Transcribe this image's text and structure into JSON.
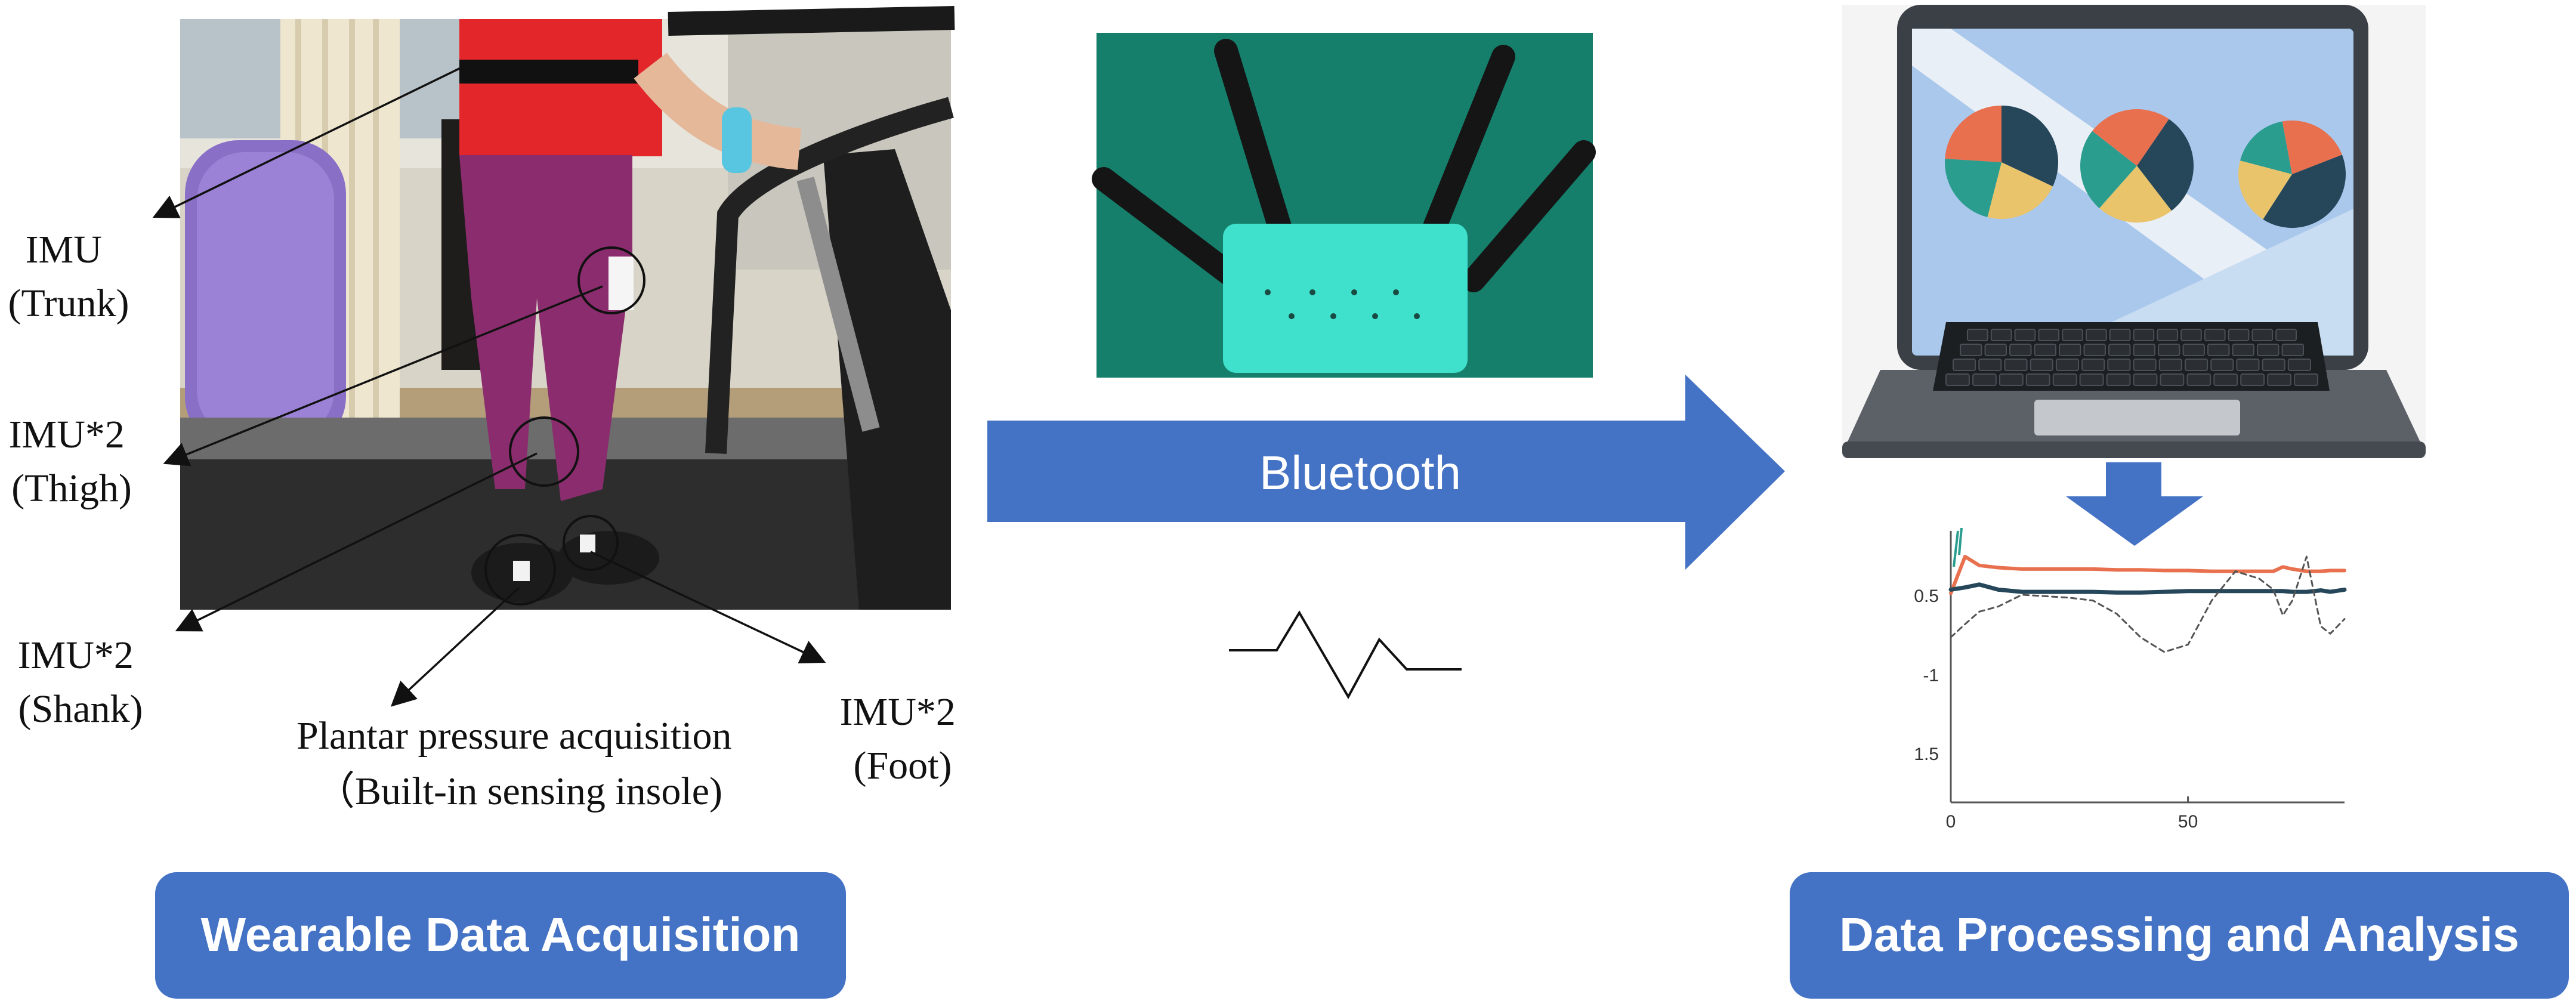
{
  "labels": {
    "imu_trunk": [
      "IMU",
      "(Trunk)"
    ],
    "imu_thigh": [
      "IMU*2",
      "(Thigh)"
    ],
    "imu_shank": [
      "IMU*2",
      "(Shank)"
    ],
    "imu_foot": [
      "IMU*2",
      "(Foot)"
    ],
    "plantar": [
      "Plantar pressure acquisition",
      "（Built-in sensing insole)"
    ]
  },
  "link": {
    "label": "Bluetooth"
  },
  "sections": {
    "left_title": "Wearable Data Acquisition",
    "right_title": "Data Processing and Analysis"
  },
  "colors": {
    "accent_blue": "#4472C4",
    "arrow_blue": "#4472C4",
    "orange_series": "#E8704E",
    "navy_series": "#26465A",
    "teal": "#2A9D8F",
    "yellow": "#E9C46A",
    "screen_bg": "#A9C8EC",
    "device_teal": "#3FE0CC",
    "board_green": "#157F6B"
  },
  "chart_data": {
    "type": "line",
    "title": "",
    "xlabel": "",
    "ylabel": "",
    "xlim": [
      0,
      83
    ],
    "ylim": [
      1.85,
      -1.85
    ],
    "x_ticks": [
      "0",
      "50"
    ],
    "y_ticks": [
      "0.5",
      "-1",
      "1.5"
    ],
    "x": [
      0,
      3,
      6,
      10,
      15,
      20,
      25,
      30,
      35,
      40,
      45,
      50,
      55,
      60,
      65,
      68,
      70,
      72,
      75,
      78,
      80,
      83
    ],
    "series": [
      {
        "values": [
          -1.0,
          -1.5,
          -1.38,
          -1.35,
          -1.33,
          -1.33,
          -1.33,
          -1.33,
          -1.32,
          -1.32,
          -1.31,
          -1.31,
          -1.3,
          -1.3,
          -1.3,
          -1.3,
          -1.36,
          -1.33,
          -1.3,
          -1.3,
          -1.31,
          -1.31
        ]
      },
      {
        "values": [
          -1.05,
          -1.08,
          -1.12,
          -1.05,
          -1.02,
          -1.02,
          -1.02,
          -1.02,
          -1.01,
          -1.01,
          -1.02,
          -1.03,
          -1.03,
          -1.03,
          -1.03,
          -1.03,
          -1.03,
          -1.02,
          -1.02,
          -1.04,
          -1.02,
          -1.05
        ]
      },
      {
        "values": [
          -0.4,
          -0.58,
          -0.75,
          -0.82,
          -0.98,
          -0.96,
          -0.94,
          -0.9,
          -0.72,
          -0.4,
          -0.2,
          -0.3,
          -0.9,
          -1.3,
          -1.2,
          -1.05,
          -0.7,
          -0.9,
          -1.5,
          -0.55,
          -0.45,
          -0.65
        ]
      }
    ]
  },
  "pie_data": [
    {
      "values": [
        32,
        22,
        22,
        24
      ]
    },
    {
      "values": [
        30,
        22,
        24,
        24
      ]
    },
    {
      "values": [
        40,
        20,
        18,
        22
      ]
    }
  ]
}
